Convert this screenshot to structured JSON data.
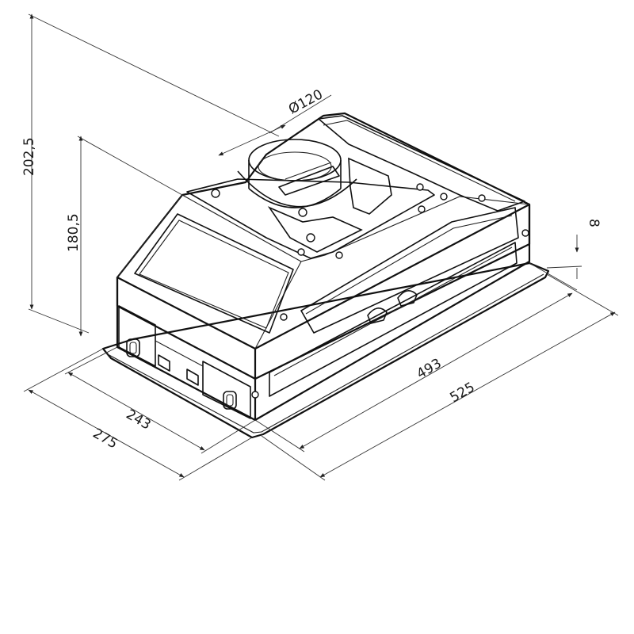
{
  "dimensions": {
    "overall_height": "202,5",
    "body_height": "180,5",
    "duct_diameter": "Ø120",
    "flange_thickness": "8",
    "depth_inner": "243",
    "depth_outer": "275",
    "width_inner": "493",
    "width_outer": "525"
  },
  "colors": {
    "line": "#111111",
    "background": "#ffffff"
  }
}
